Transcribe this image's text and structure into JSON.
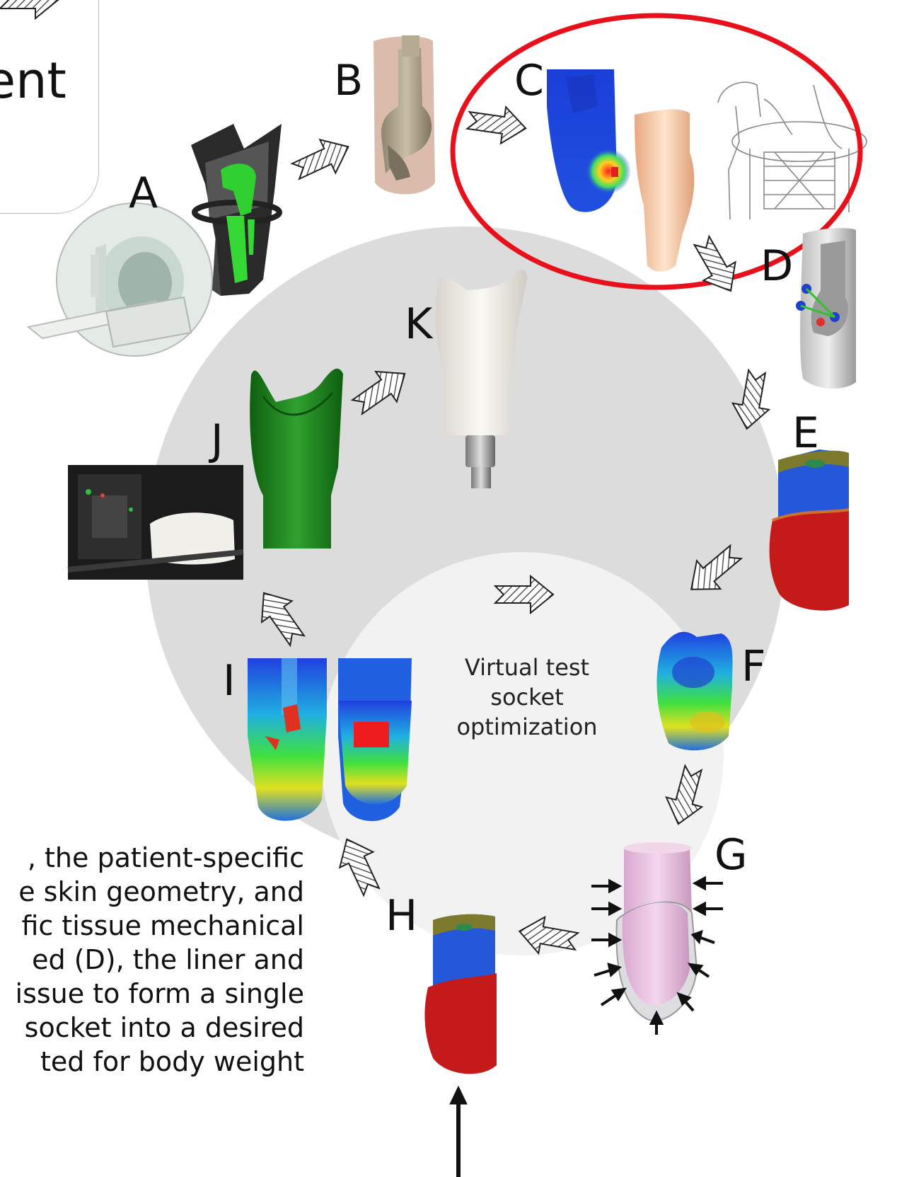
{
  "title_fragment": "ent",
  "labels": {
    "A": "A",
    "B": "B",
    "C": "C",
    "D": "D",
    "E": "E",
    "F": "F",
    "G": "G",
    "H": "H",
    "I": "I",
    "J": "J",
    "K": "K"
  },
  "center_text": [
    "Virtual test",
    "socket",
    "optimization"
  ],
  "caption_lines": [
    ", the patient-specific",
    "e skin geometry, and",
    "fic tissue mechanical",
    "ed (D), the liner and",
    "issue to form a single",
    "socket into a desired",
    "ted for body weight"
  ],
  "colors": {
    "circle": "#dcdcdc",
    "highlight": "#e8101a",
    "green_mesh": "#1f8a1f",
    "socket_white": "#efece6",
    "fem_blue": "#1f3fd6",
    "fem_red": "#c21a1a"
  },
  "icons": [
    "mri-scanner-icon",
    "hatched-arrow-icon",
    "printer-photo"
  ]
}
